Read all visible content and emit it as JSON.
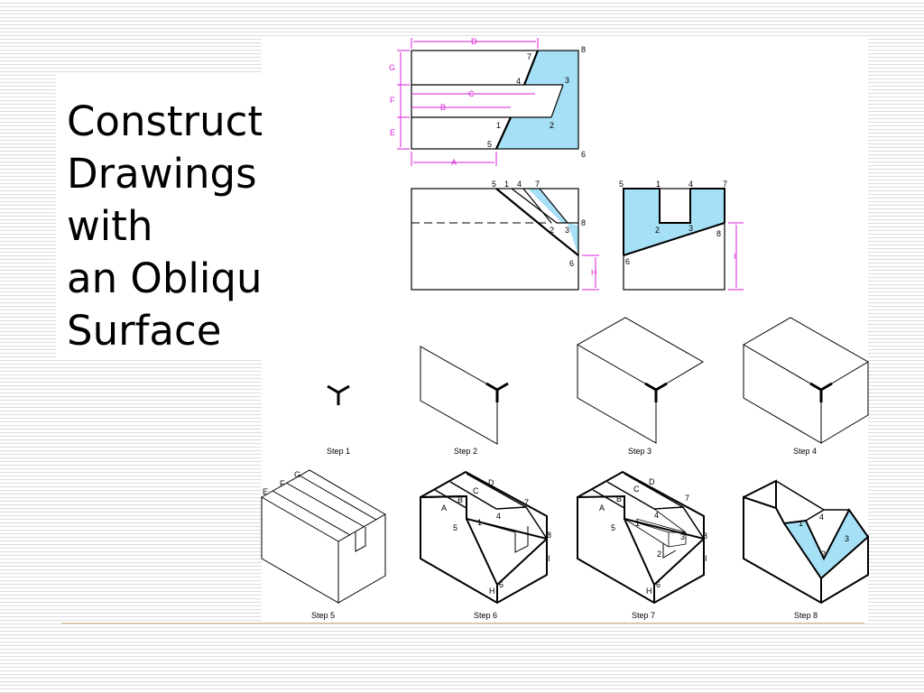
{
  "title_lines": [
    "Constructing",
    "Drawings",
    "with",
    "an Oblique",
    "Surface"
  ],
  "colors": {
    "accent_fill": "#a6e0f6",
    "dimension": "#d81fd8",
    "rule": "#d6b48a"
  },
  "top_view": {
    "dims": {
      "D": "D",
      "C": "C",
      "B": "B",
      "A": "A",
      "G": "G",
      "F": "F",
      "E": "E"
    },
    "points": {
      "p7": "7",
      "p8": "8",
      "p4": "4",
      "p3": "3",
      "p1": "1",
      "p2": "2",
      "p5": "5",
      "p6": "6"
    }
  },
  "front_view": {
    "dims": {
      "H": "H"
    },
    "points": {
      "p5": "5",
      "p1": "1",
      "p4": "4",
      "p7": "7",
      "p8": "8",
      "p2": "2",
      "p3": "3",
      "p6": "6"
    }
  },
  "side_view": {
    "dims": {
      "I": "I"
    },
    "points": {
      "p5": "5",
      "p1": "1",
      "p4": "4",
      "p7": "7",
      "p2": "2",
      "p3": "3",
      "p8": "8",
      "p6": "6"
    }
  },
  "steps": {
    "s1": "Step 1",
    "s2": "Step 2",
    "s3": "Step 3",
    "s4": "Step 4",
    "s5": "Step 5",
    "s6": "Step 6",
    "s7": "Step 7",
    "s8": "Step 8"
  },
  "step5_labels": {
    "E": "E",
    "F": "F",
    "G": "G"
  },
  "step6_labels": {
    "A": "A",
    "B": "B",
    "C": "C",
    "D": "D",
    "p7": "7",
    "p4": "4",
    "p5": "5",
    "p1": "1",
    "p8": "8",
    "I": "I",
    "p6": "6",
    "H": "H"
  },
  "step7_labels": {
    "A": "A",
    "B": "B",
    "C": "C",
    "D": "D",
    "p7": "7",
    "p4": "4",
    "p5": "5",
    "p1": "1",
    "p3": "3",
    "p8": "8",
    "p2": "2",
    "I": "I",
    "p6": "6",
    "H": "H"
  },
  "step8_labels": {
    "p1": "1",
    "p4": "4",
    "p3": "3",
    "p2": "2"
  }
}
